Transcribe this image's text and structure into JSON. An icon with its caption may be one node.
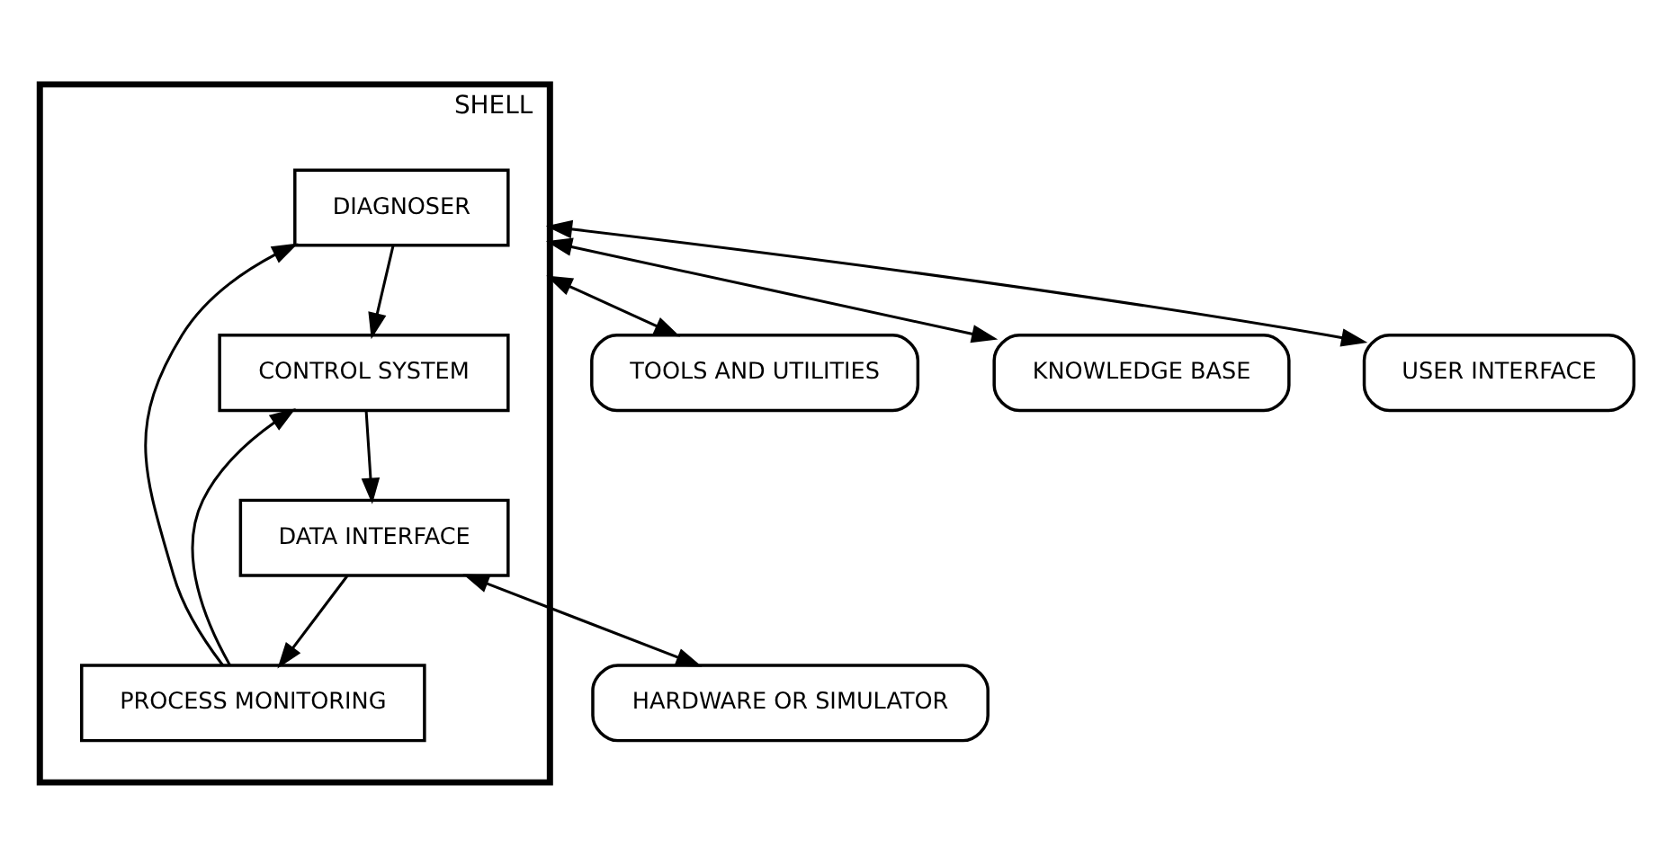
{
  "diagram": {
    "nodes": [
      {
        "text": [
          "SHELL"
        ]
      },
      {
        "text": [
          "DIAGNOSER"
        ],
        "in": 0
      },
      {
        "text": [
          "PROCESS MONITORING"
        ],
        "in": 0
      },
      {
        "text": [
          "DATA INTERFACE"
        ],
        "in": 0
      },
      {
        "text": [
          "CONTROL SYSTEM"
        ],
        "in": 0
      },
      {
        "text": [
          "HARDWARE OR SIMULATOR"
        ]
      },
      {
        "text": [
          "TOOLS AND UTILITIES"
        ]
      },
      {
        "text": [
          "KNOWLEDGE BASE"
        ]
      },
      {
        "text": [
          "USER INTERFACE"
        ]
      }
    ],
    "edges": [
      {
        "from": 2,
        "to": 1,
        "arrow": "to"
      },
      {
        "from": 1,
        "to": 4,
        "arrow": "to"
      },
      {
        "from": 2,
        "to": 4,
        "arrow": "to"
      },
      {
        "from": 3,
        "to": 2,
        "arrow": "to"
      },
      {
        "from": 4,
        "to": 3,
        "arrow": "to"
      },
      {
        "from": 3,
        "to": 5,
        "arrow": "both"
      },
      {
        "from": 0,
        "to": 6,
        "arrow": "both"
      },
      {
        "from": 0,
        "to": 7,
        "arrow": "both"
      },
      {
        "from": 0,
        "to": 8,
        "arrow": "both"
      }
    ]
  }
}
